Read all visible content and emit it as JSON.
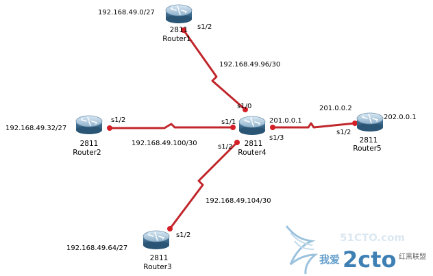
{
  "routers": {
    "router1": {
      "model": "2811",
      "name": "Router1",
      "network": "192.168.49.0/27"
    },
    "router2": {
      "model": "2811",
      "name": "Router2",
      "network": "192.168.49.32/27"
    },
    "router3": {
      "model": "2811",
      "name": "Router3",
      "network": "192.168.49.64/27"
    },
    "router4": {
      "model": "2811",
      "name": "Router4"
    },
    "router5": {
      "model": "2811",
      "name": "Router5",
      "network": "202.0.0.1"
    }
  },
  "links": {
    "r1_r4": {
      "subnet": "192.168.49.96/30",
      "r1_iface": "s1/2",
      "r4_iface": "s1/0"
    },
    "r2_r4": {
      "subnet": "192.168.49.100/30",
      "r2_iface": "s1/2",
      "r4_iface": "s1/1"
    },
    "r3_r4": {
      "subnet": "192.168.49.104/30",
      "r3_iface": "s1/2",
      "r4_iface": "s1/2"
    },
    "r4_r5": {
      "r4_ip": "201.0.0.1",
      "r5_ip": "201.0.0.2",
      "r4_iface": "s1/3",
      "r5_iface": "s1/2"
    }
  },
  "watermark": {
    "site": "51CTO.com",
    "brand": "2cto",
    "tagline": "红黑联盟",
    "prefix": "我爱"
  },
  "colors": {
    "link": "#c0262b",
    "router_top": "#b9d1e3",
    "router_body": "#3e6f93"
  }
}
